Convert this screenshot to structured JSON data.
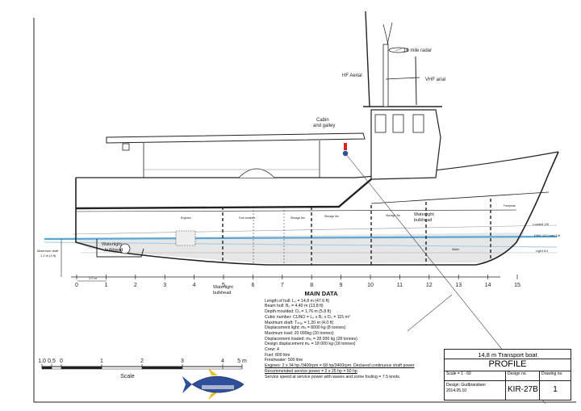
{
  "labels": {
    "radar": "16 mile radar",
    "hf_aerial": "HF Aerial",
    "vhf_aerial": "VHF arial",
    "cabin": "Cabin",
    "galley": "and galley",
    "watertight_bulkhead_right_1": "Watertight",
    "watertight_bulkhead_right_2": "bulkhead",
    "watertight_bulkhead_bottom_1": "Watertight",
    "watertight_bulkhead_bottom_2": "bulkhead",
    "watertight_bulkhead_aft_1": "Watertight",
    "watertight_bulkhead_aft_2": "bulkhead",
    "engines": "Engines",
    "fuel_bunkers": "Fuel bunkers",
    "storage_6": "Storage 6m",
    "storage_5": "Storage 5m",
    "storage_3": "Storage 3m",
    "forepeak": "Forepeak",
    "water": "Water",
    "loaded_wl": "Loaded 2/6",
    "dwl": "DWL 1/2 Load 1/6",
    "light_wl": "Light 0/1",
    "max_draft_1": "Maximum draft",
    "max_draft_2": "1.2 m (4 ft)",
    "stern_mark": "1.0 m"
  },
  "stations": [
    "0",
    "1",
    "2",
    "3",
    "4",
    "5",
    "6",
    "7",
    "8",
    "9",
    "10",
    "11",
    "12",
    "13",
    "14",
    "15"
  ],
  "scale": {
    "ticks": [
      "1,0",
      "0,5",
      "0",
      "1",
      "2",
      "3",
      "4",
      "5 m"
    ],
    "label": "Scale"
  },
  "main_data": {
    "title": "MAIN DATA",
    "lines": [
      "Length of hull: L₀ = 14,8 m (47.6 ft)",
      "Beam hull:  B₀ = 4,40 m   (13,8 ft)",
      "Depth moulded:  D₀ = 1,76 m  (5.8 ft)",
      "Cubic number:  CUNO = L₀ x B₀ x D₀ = 115 m³",
      "Maximum draft:         Tₘₐₓ = 1,20 m (4.0 ft)",
      "Displacement light:  mₗᵢ = 8000 kg (8 tonnes)",
      "Maximum load:   20 000kg  (20 tonnes)",
      "Displacement loaded:  mₗₒ = 28 000 kg (28 tonnes)",
      "Design displacement mₚ = 18 000 kg (18 tonnes)",
      "Crew:  4",
      "Fuel:  800 litre",
      "Freshwater:  500 litre",
      "Engines:  2 x 34 hp /3400rpm = 68 hp/3400rpm.  Declared continuous shaft power",
      "Recommended service power = 2 x 25 hp = 50 hp",
      "Service speed at service power with waves and some fouling = 7.5 knots."
    ]
  },
  "title_block": {
    "project": "14,8 m Transport boat",
    "drawing": "PROFILE",
    "scale_label": "Scale = 1 : 60",
    "design_no_label": "Design no.",
    "drawing_no_label": "Drawing no.",
    "design_by": "Design: Gudbrandsen",
    "date": "2014.05.10",
    "design_no": "KIR-27B",
    "drawing_no": "1"
  },
  "colors": {
    "line": "#222222",
    "waterline_dwl": "#5aa7d6",
    "waterline_light": "#9ccbe8",
    "hull_underwater": "#dcdcdc",
    "fish_body": "#2f4f9a",
    "fish_fin": "#e6c229",
    "lamp_red": "#d8261e"
  }
}
